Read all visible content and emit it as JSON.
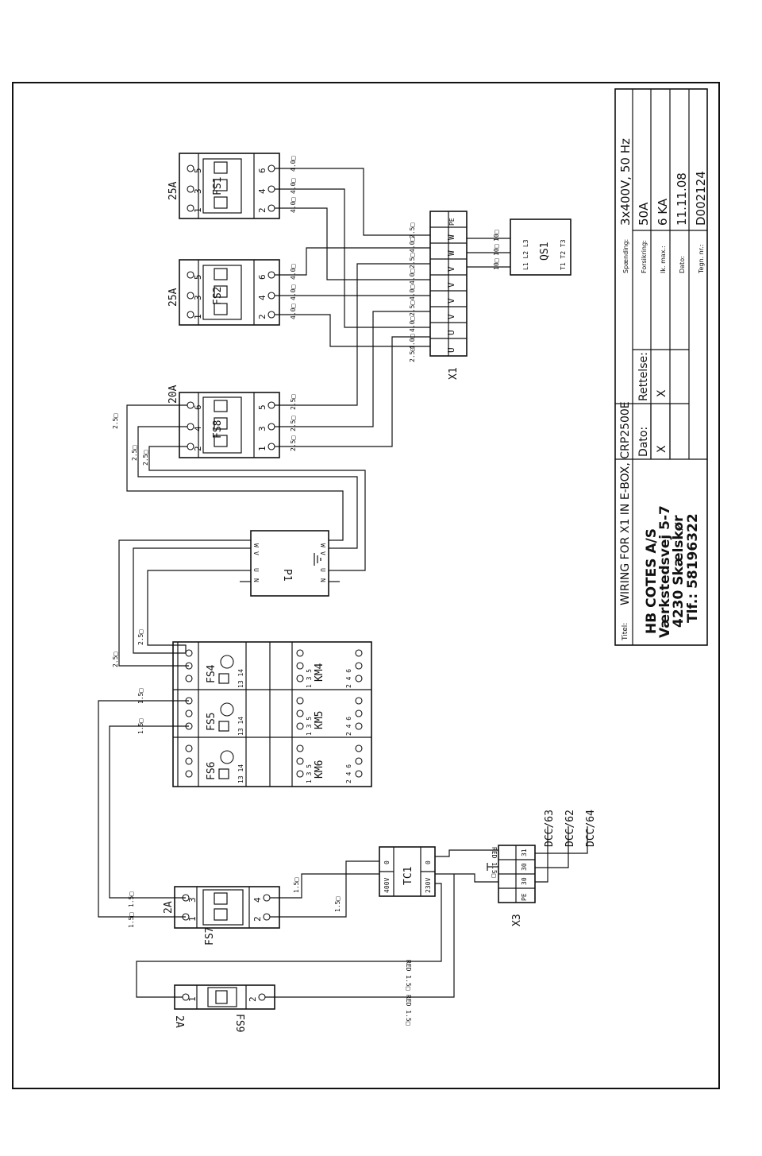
{
  "title_block": {
    "titel_label": "Titel:",
    "title": "WIRING FOR X1 IN E-BOX, CRP2500E",
    "company": "HB COTES A/S",
    "street": "Værkstedsvej 5-7",
    "city": "4230 Skælskør",
    "phone": "Tlf.: 58196322",
    "dato_label": "Dato:",
    "rettelse_label": "Rettelse:",
    "rev_date": "X",
    "rev_text": "X",
    "spending_label": "Spænding:",
    "spending_value": "3x400V, 50 Hz",
    "forsikring_label": "Forsikring:",
    "forsikring_value": "50A",
    "ik_label": "Ik. max.:",
    "ik_value": "6 KA",
    "dato2_label": "Dato:",
    "dato2_value": "11.11.08",
    "tegn_label": "Tegn. nr.:",
    "tegn_value": "D002124"
  },
  "components": {
    "fs1": {
      "name": "FS1",
      "rating": "25A",
      "top": [
        "1",
        "3",
        "5"
      ],
      "bottom": [
        "2",
        "4",
        "6"
      ]
    },
    "fs2": {
      "name": "FS2",
      "rating": "25A",
      "top": [
        "1",
        "3",
        "5"
      ],
      "bottom": [
        "2",
        "4",
        "6"
      ]
    },
    "fs8": {
      "name": "FS8",
      "rating": "20A",
      "top": [
        "2",
        "4",
        "6"
      ],
      "bottom": [
        "1",
        "3",
        "5"
      ]
    },
    "p1": {
      "name": "P1",
      "pins": [
        "W",
        "V",
        "U",
        "N",
        "W",
        "V",
        "U",
        "N"
      ]
    },
    "fs4": {
      "name": "FS4",
      "aux": "13 14"
    },
    "fs5": {
      "name": "FS5",
      "aux": "13 14"
    },
    "fs6": {
      "name": "FS6",
      "aux": "13 14"
    },
    "km4": {
      "name": "KM4",
      "top": "1 3 5",
      "bottom": "2 4 6"
    },
    "km5": {
      "name": "KM5",
      "top": "1 3 5",
      "bottom": "2 4 6"
    },
    "km6": {
      "name": "KM6",
      "top": "1 3 5",
      "bottom": "2 4 6"
    },
    "qs1": {
      "name": "QS1",
      "line": "L1 L2 L3",
      "load": "T1 T2 T3"
    },
    "x1": {
      "name": "X1",
      "terminals": [
        "U",
        "U",
        "V",
        "V",
        "V",
        "V",
        "W",
        "W",
        "PE"
      ]
    },
    "fs7": {
      "name": "FS7",
      "rating": "2A",
      "top": [
        "1",
        "3"
      ],
      "bottom": [
        "2",
        "4"
      ]
    },
    "fs9": {
      "name": "FS9",
      "rating": "2A",
      "top": [
        "1"
      ],
      "bottom": [
        "2"
      ]
    },
    "tc1": {
      "name": "TC1",
      "primary": "400V",
      "secondary": "230V",
      "zero": "0"
    },
    "x3": {
      "name": "X3",
      "terminals": [
        "PE",
        "30",
        "30",
        "31"
      ]
    }
  },
  "cables": {
    "c4": "4.0□",
    "c25": "2.5□",
    "c10": "10□",
    "c15": "1.5□",
    "red15": "RED 1.5□",
    "dcc63": "DCC/63",
    "dcc62": "DCC/62",
    "dcc64": "DCC/64"
  }
}
